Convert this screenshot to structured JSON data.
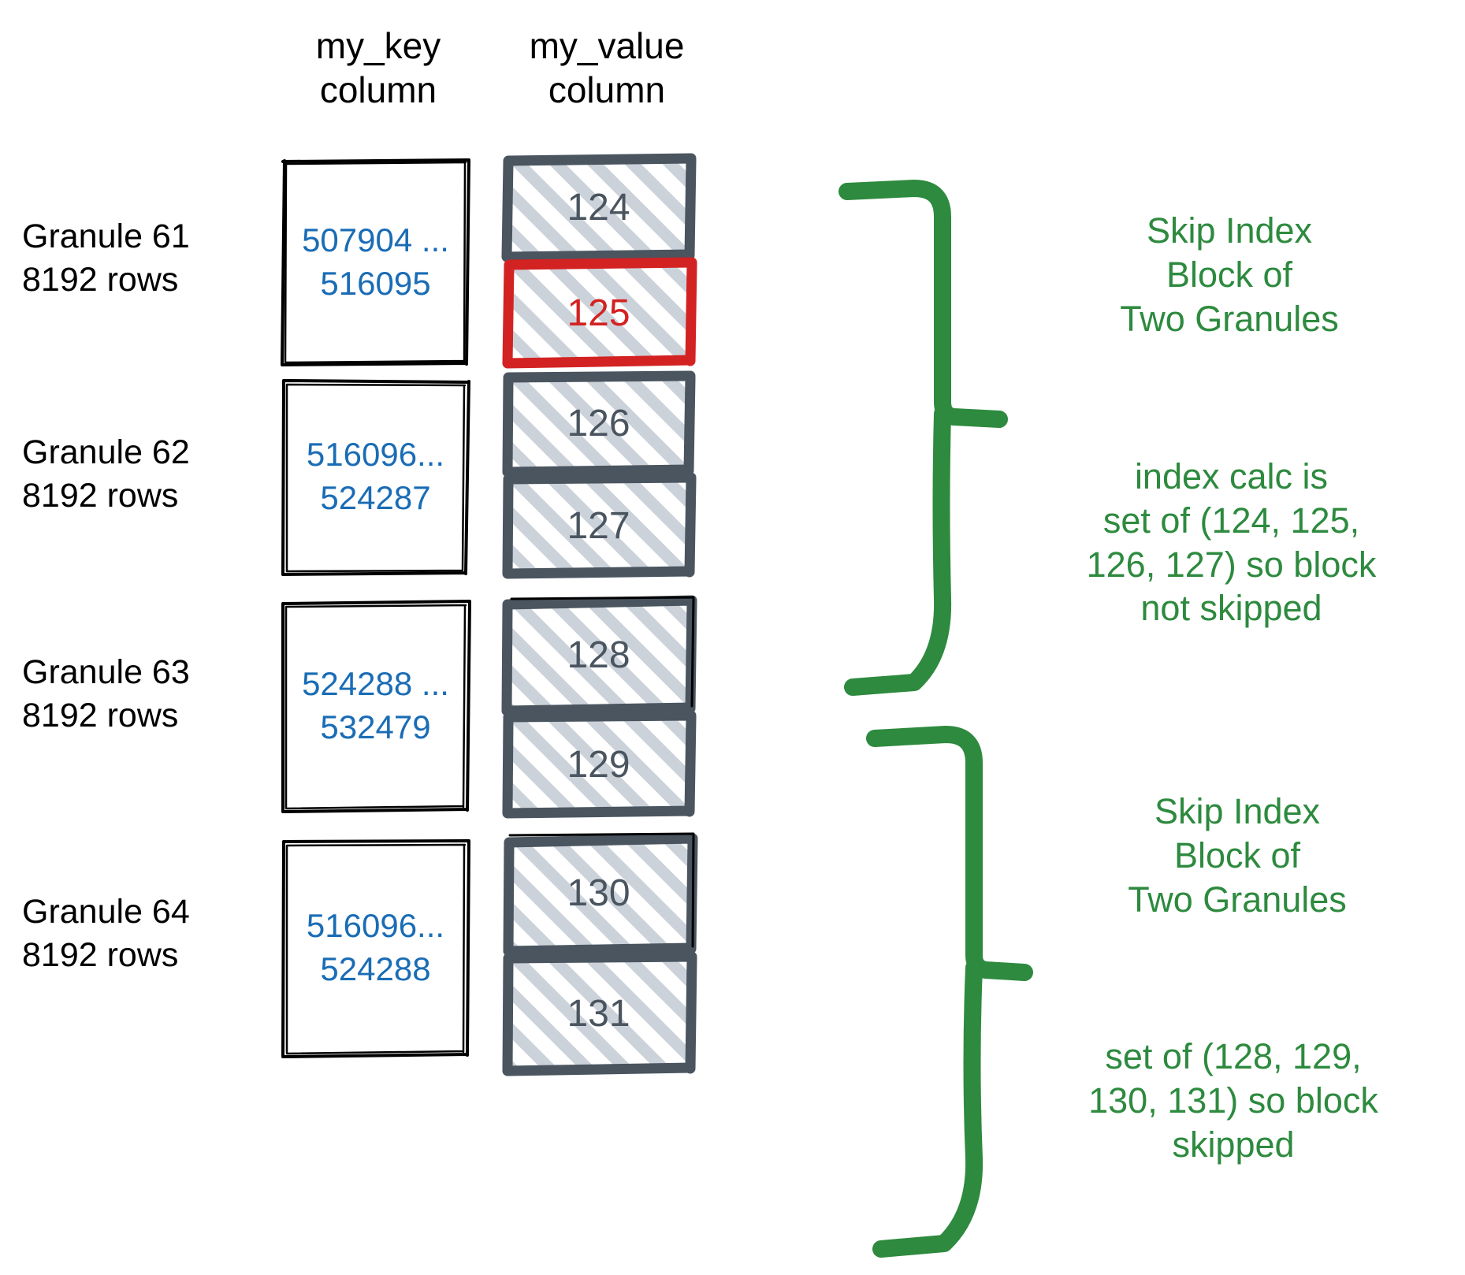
{
  "headers": {
    "key_column": "my_key\ncolumn",
    "value_column": "my_value\ncolumn"
  },
  "colors": {
    "key_text": "#1a6cb5",
    "value_text": "#4a5560",
    "value_border": "#4a5560",
    "highlight": "#d32222",
    "annotation": "#2d8a3e",
    "hatch": "#ccd2da",
    "outline": "#000000"
  },
  "granules": [
    {
      "label": "Granule 61\n8192 rows",
      "key_range": "507904 ...\n516095",
      "values": [
        {
          "text": "124",
          "highlighted": false
        },
        {
          "text": "125",
          "highlighted": true
        }
      ]
    },
    {
      "label": "Granule 62\n8192 rows",
      "key_range": "516096...\n524287",
      "values": [
        {
          "text": "126",
          "highlighted": false
        },
        {
          "text": "127",
          "highlighted": false
        }
      ]
    },
    {
      "label": "Granule 63\n8192 rows",
      "key_range": "524288 ...\n532479",
      "values": [
        {
          "text": "128",
          "highlighted": false
        },
        {
          "text": "129",
          "highlighted": false
        }
      ]
    },
    {
      "label": "Granule 64\n8192 rows",
      "key_range": "516096...\n524288",
      "values": [
        {
          "text": "130",
          "highlighted": false
        },
        {
          "text": "131",
          "highlighted": false
        }
      ]
    }
  ],
  "annotations": [
    {
      "text": "Skip Index\nBlock of\nTwo Granules"
    },
    {
      "text": "index calc is\nset of (124, 125,\n126, 127) so block\nnot skipped"
    },
    {
      "text": "Skip Index\nBlock of\nTwo Granules"
    },
    {
      "text": "set of (128, 129,\n130, 131) so block\nskipped"
    }
  ]
}
